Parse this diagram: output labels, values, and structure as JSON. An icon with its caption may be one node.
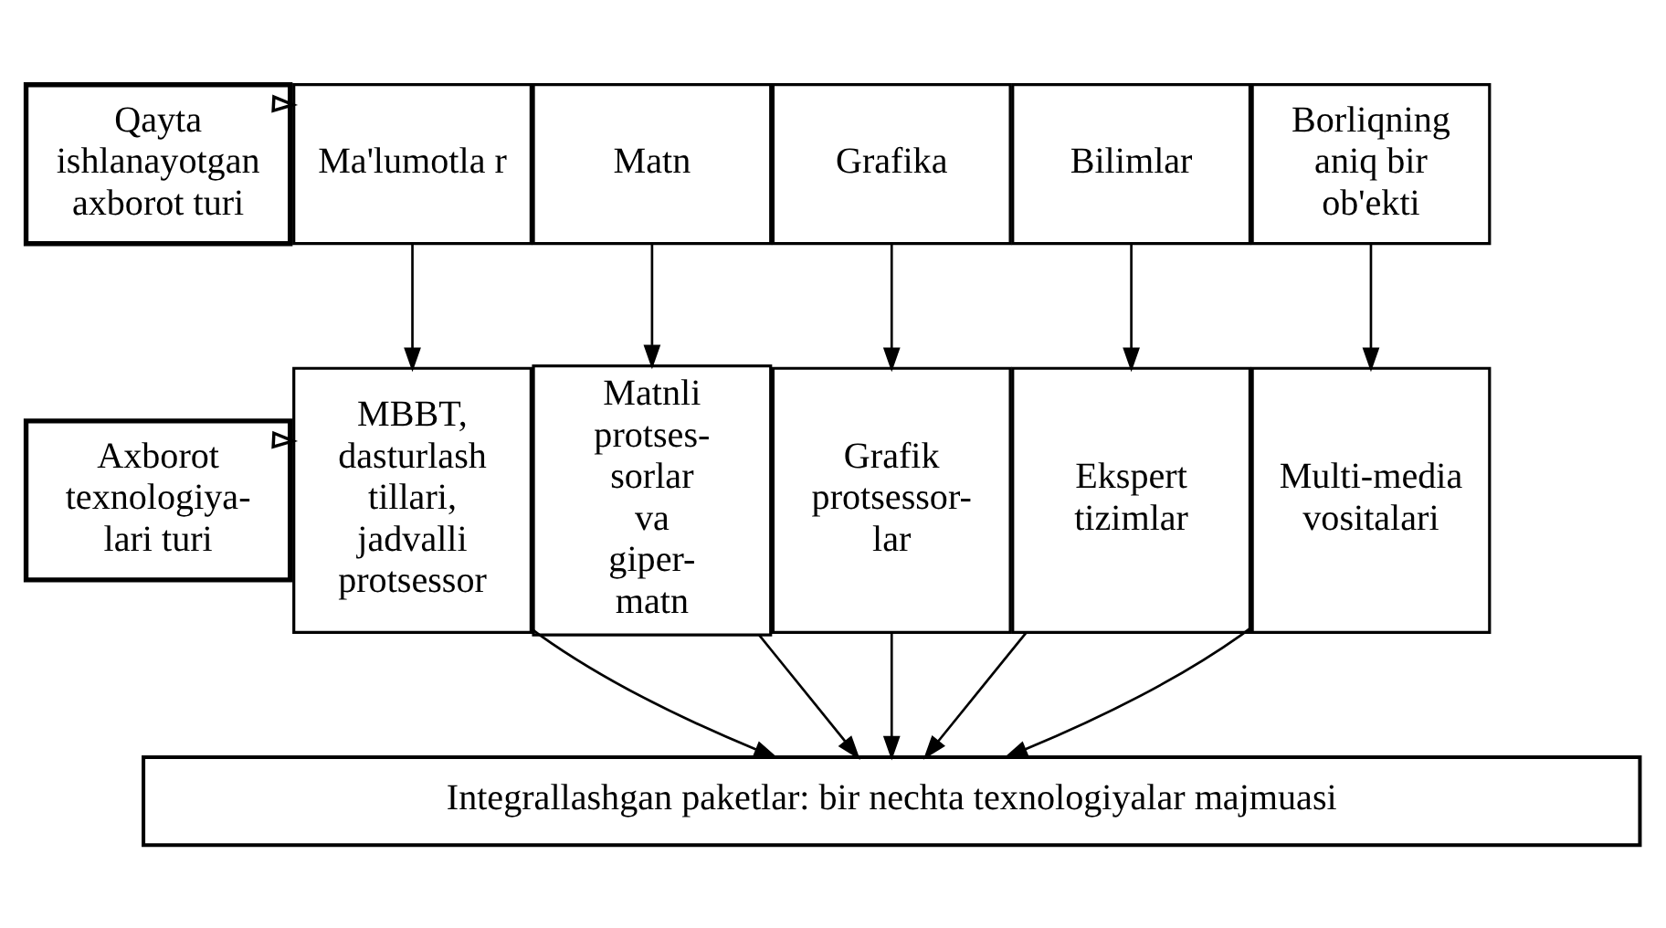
{
  "diagram": {
    "nodes": [
      {
        "text": [
          "Qayta ishlanayotgan axborot turi"
        ]
      },
      {
        "text": [
          "Ma'lumotla r"
        ]
      },
      {
        "text": [
          "Matn"
        ]
      },
      {
        "text": [
          "Grafika"
        ]
      },
      {
        "text": [
          "Bilimlar"
        ]
      },
      {
        "text": [
          "Borliqning aniq bir ob'ekti"
        ]
      },
      {
        "text": [
          "Axborot texnologiya- lari turi"
        ]
      },
      {
        "text": [
          "MBBT, dasturlash tillari, jadvalli protsessor"
        ]
      },
      {
        "text": [
          "Matnli protses- sorlar va giper- matn"
        ]
      },
      {
        "text": [
          "Grafik protsessor- lar"
        ]
      },
      {
        "text": [
          "Ekspert tizimlar"
        ]
      },
      {
        "text": [
          "Multi-media vositalari"
        ]
      },
      {
        "text": [
          "Integrallashgan paketlar: bir nechta texnologiyalar majmuasi"
        ]
      }
    ],
    "edges": [
      {
        "from": 0,
        "to": 1,
        "arrow": "to",
        "style": "thick"
      },
      {
        "from": 1,
        "to": 7,
        "arrow": "to"
      },
      {
        "from": 2,
        "to": 8,
        "arrow": "to"
      },
      {
        "from": 3,
        "to": 9,
        "arrow": "to"
      },
      {
        "from": 4,
        "to": 10,
        "arrow": "to"
      },
      {
        "from": 5,
        "to": 11,
        "arrow": "to"
      },
      {
        "from": 6,
        "to": 7,
        "arrow": "to",
        "style": "thick"
      },
      {
        "from": 7,
        "to": 12,
        "arrow": "to"
      },
      {
        "from": 8,
        "to": 12,
        "arrow": "to"
      },
      {
        "from": 9,
        "to": 12,
        "arrow": "to"
      },
      {
        "from": 10,
        "to": 12,
        "arrow": "to"
      },
      {
        "from": 11,
        "to": 12,
        "arrow": "to"
      }
    ]
  }
}
